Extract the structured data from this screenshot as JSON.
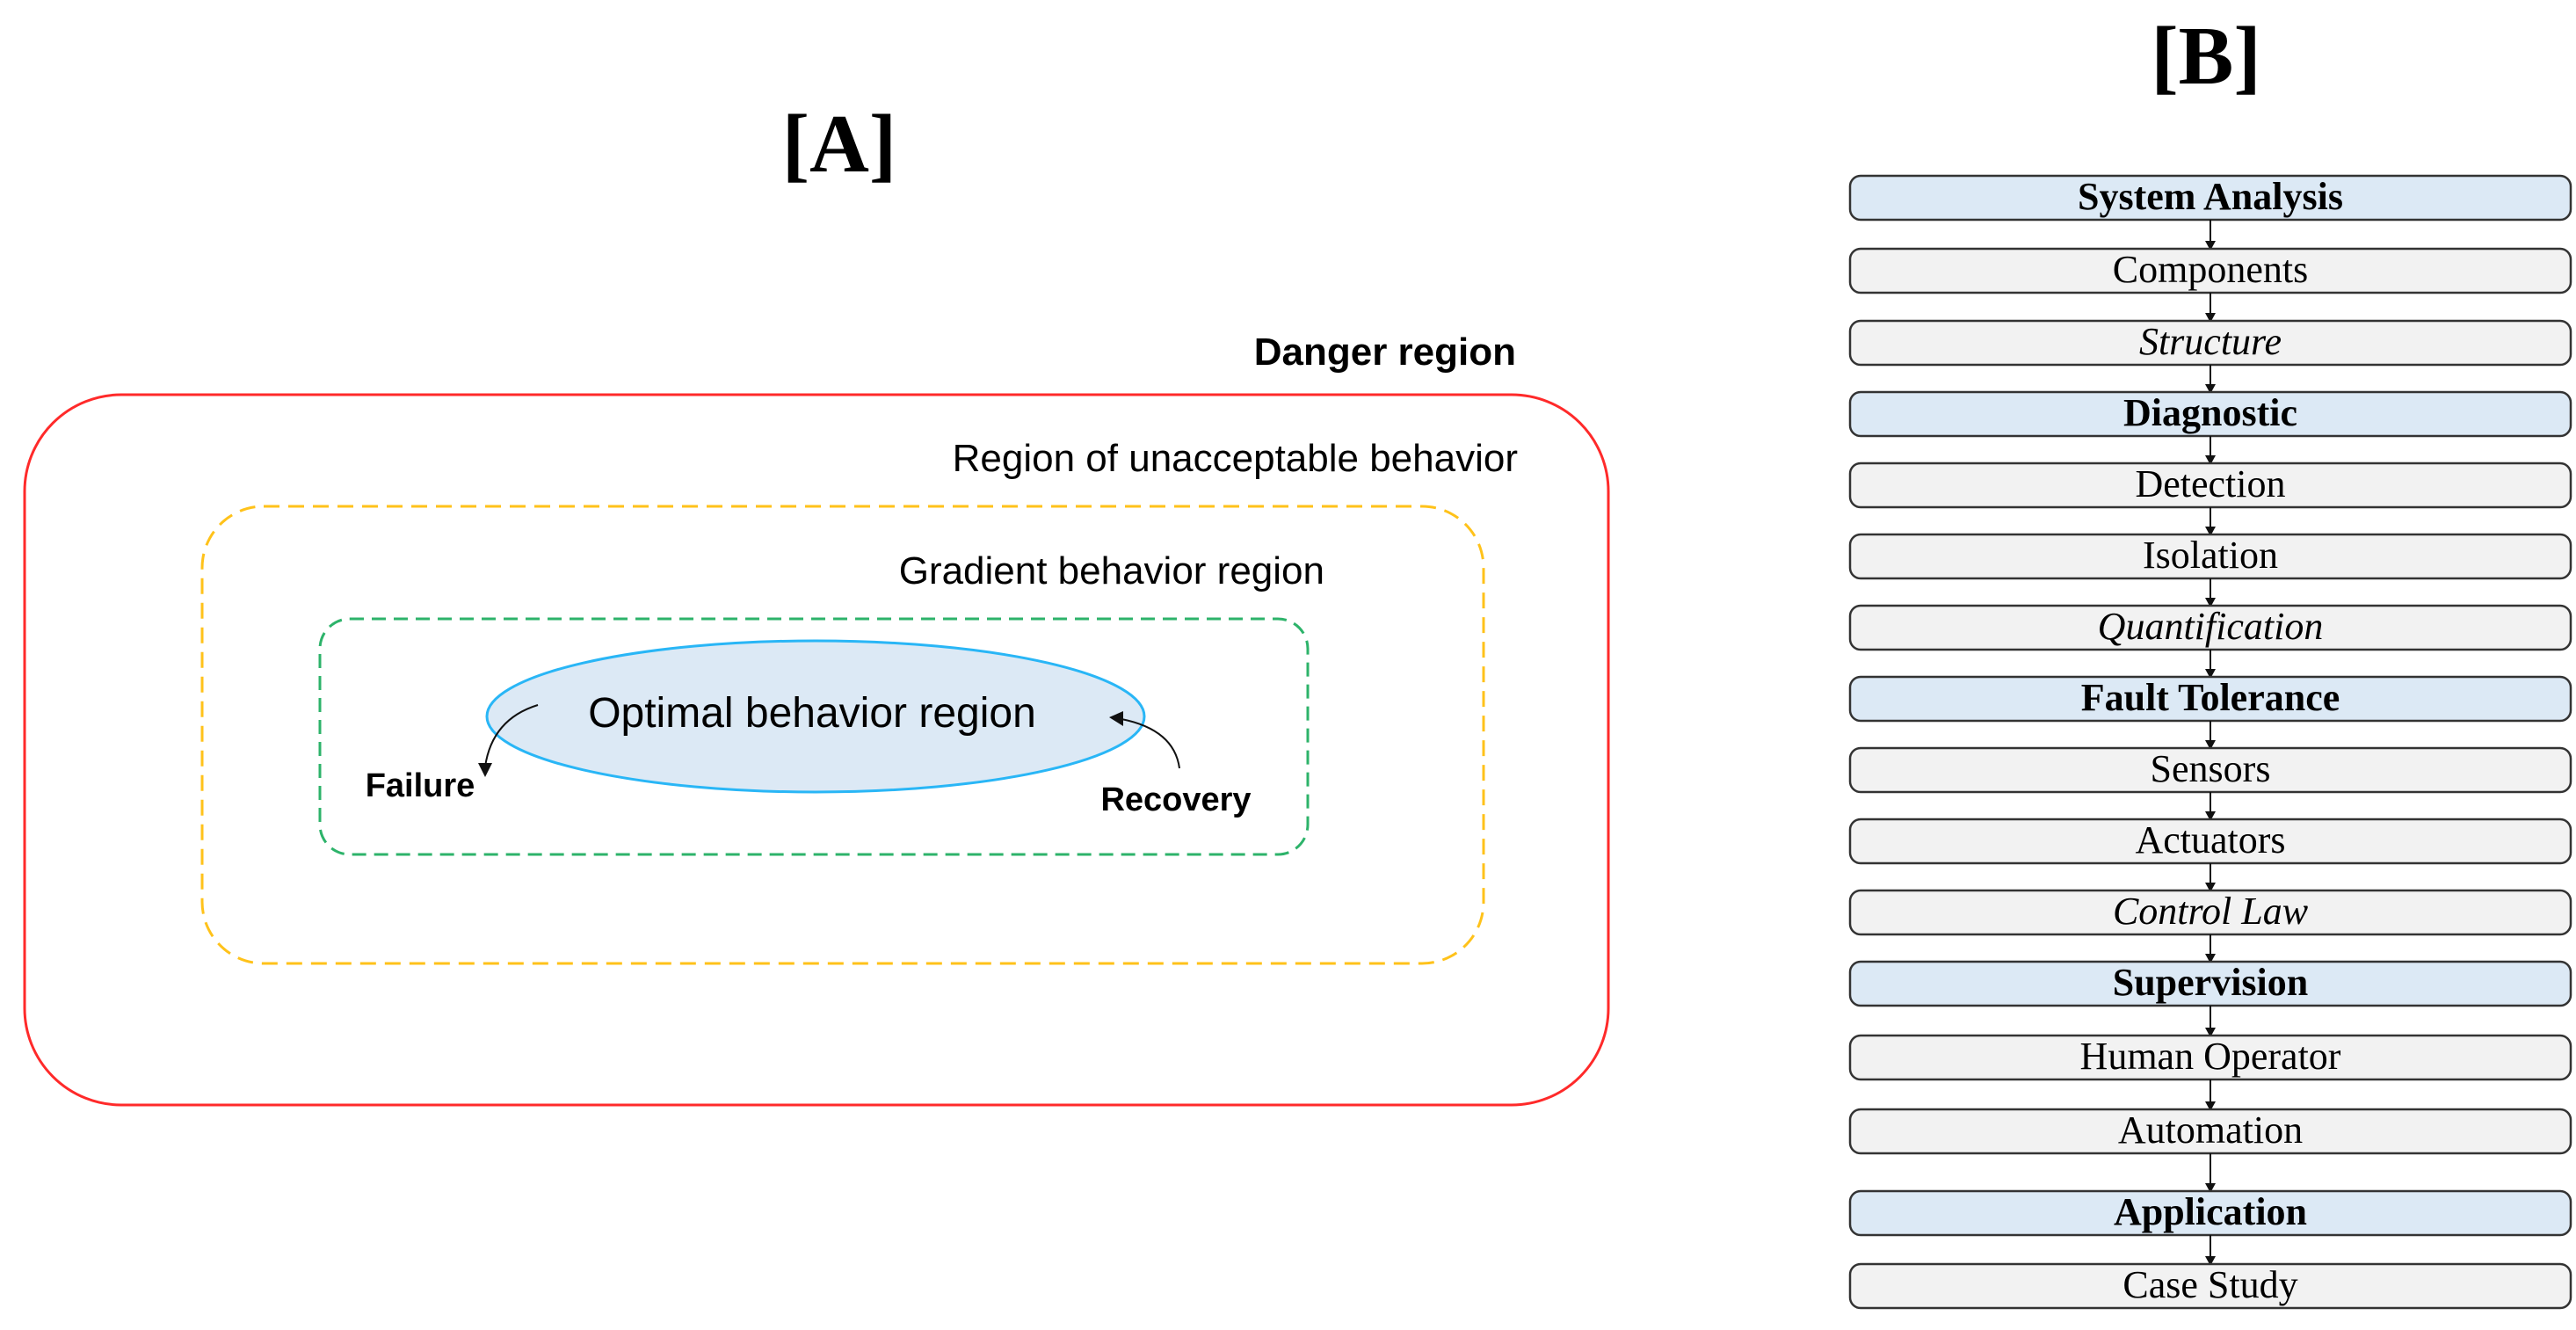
{
  "panel_a": {
    "label": "[A]",
    "danger_label": "Danger region",
    "unacceptable_label": "Region of unacceptable behavior",
    "gradient_label": "Gradient behavior region",
    "optimal_label": "Optimal behavior region",
    "failure_label": "Failure",
    "recovery_label": "Recovery",
    "colors": {
      "danger": "#ff2a2a",
      "unacceptable": "#ffc21a",
      "gradient": "#2db36a",
      "optimal_stroke": "#29b6f6",
      "optimal_fill": "#dce9f5"
    }
  },
  "panel_b": {
    "label": "[B]",
    "colors": {
      "heading_fill": "#dce9f5",
      "item_fill": "#f2f2f2",
      "stroke": "#333333"
    },
    "steps": [
      {
        "text": "System Analysis",
        "kind": "heading"
      },
      {
        "text": "Components",
        "kind": "item"
      },
      {
        "text": "Structure",
        "kind": "italic"
      },
      {
        "text": "Diagnostic",
        "kind": "heading"
      },
      {
        "text": "Detection",
        "kind": "item"
      },
      {
        "text": "Isolation",
        "kind": "item"
      },
      {
        "text": "Quantification",
        "kind": "italic"
      },
      {
        "text": "Fault Tolerance",
        "kind": "heading"
      },
      {
        "text": "Sensors",
        "kind": "item"
      },
      {
        "text": "Actuators",
        "kind": "item"
      },
      {
        "text": "Control Law",
        "kind": "italic"
      },
      {
        "text": "Supervision",
        "kind": "heading"
      },
      {
        "text": "Human Operator",
        "kind": "item"
      },
      {
        "text": "Automation",
        "kind": "item"
      },
      {
        "text": "Application",
        "kind": "heading"
      },
      {
        "text": "Case Study",
        "kind": "item"
      }
    ]
  }
}
